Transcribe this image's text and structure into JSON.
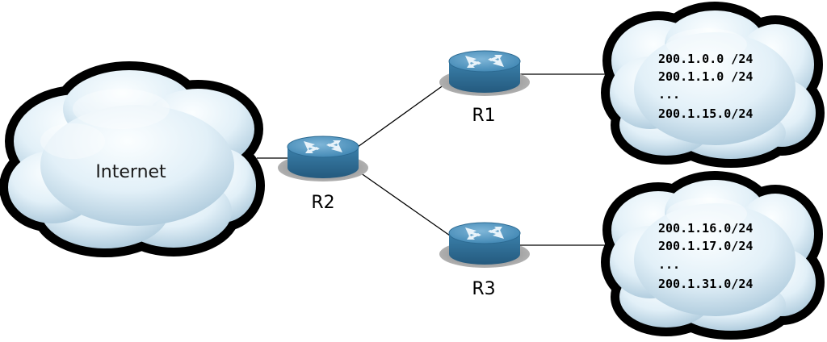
{
  "internet": {
    "label": "Internet"
  },
  "routers": [
    {
      "id": "R1",
      "label": "R1"
    },
    {
      "id": "R2",
      "label": "R2"
    },
    {
      "id": "R3",
      "label": "R3"
    }
  ],
  "networks": {
    "top": {
      "prefixes": [
        "200.1.0.0 /24",
        "200.1.1.0 /24",
        "...",
        "200.1.15.0/24"
      ]
    },
    "bottom": {
      "prefixes": [
        "200.1.16.0/24",
        "200.1.17.0/24",
        "...",
        "200.1.31.0/24"
      ]
    }
  },
  "colors": {
    "cloud_fill_light": "#f4fbfe",
    "cloud_fill_dark": "#a9c7da",
    "cloud_outline": "#000000",
    "router_top": "#5c9ec5",
    "router_body": "#2f6f98",
    "router_shadow": "#8d8d8d"
  }
}
